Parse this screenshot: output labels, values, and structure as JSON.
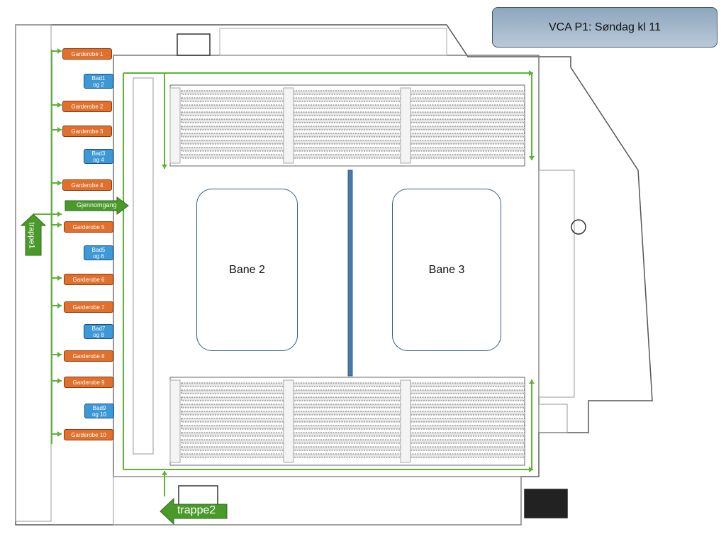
{
  "title": "VCA P1: Søndag kl 11",
  "courts": [
    {
      "label": "Bane 2"
    },
    {
      "label": "Bane 3"
    }
  ],
  "garderober": [
    "Garderobe 1",
    "Garderobe 2",
    "Garderobe 3",
    "Garderobe 4",
    "Garderobe 5",
    "Garderobe 6",
    "Garderobe 7",
    "Garderobe 8",
    "Garderobe 9",
    "Garderobe 10"
  ],
  "bad": [
    "Bad1\nog 2",
    "Bad3\nog 4",
    "Bad5\nog 6",
    "Bad7\nog 8",
    "Bad9\nog 10"
  ],
  "arrows": {
    "gjennomgang": "Gjennomgang",
    "trappe1": "trappe1",
    "trappe2": "trappe2"
  },
  "colors": {
    "route": "#5db336",
    "arrow_fill": "#4a9a2a",
    "garderobe": "#e0702c",
    "bad": "#3d98d8",
    "court": "#2f5f8a",
    "net": "#4a7aa8"
  }
}
